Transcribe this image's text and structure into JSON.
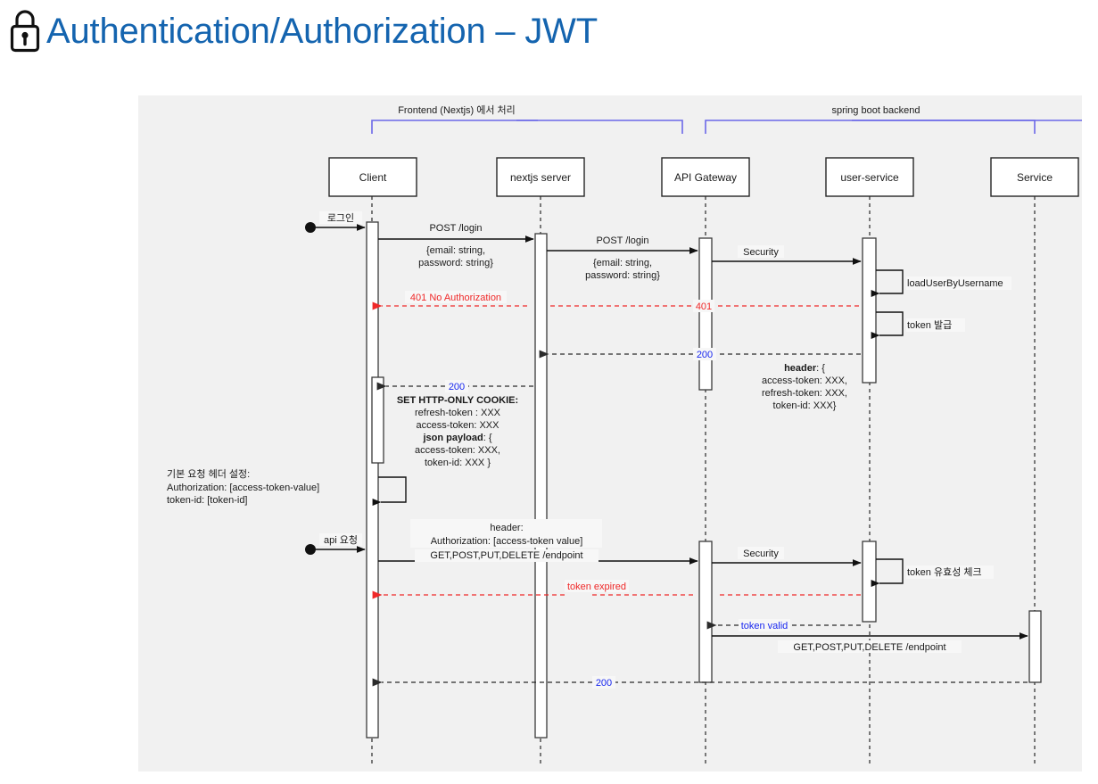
{
  "header": {
    "title": "Authentication/Authorization – JWT",
    "icon": "lock-icon",
    "title_color": "#1464af"
  },
  "diagram": {
    "type": "sequence-diagram",
    "background": "#f1f1f1",
    "groups": [
      {
        "label": "Frontend (Nextjs) 에서 처리",
        "color": "#6b68e8",
        "participants": [
          "Client",
          "nextjs server"
        ]
      },
      {
        "label": "spring boot backend",
        "color": "#6b68e8",
        "participants": [
          "API Gateway",
          "user-service",
          "Service"
        ]
      }
    ],
    "participants": [
      {
        "name": "Client"
      },
      {
        "name": "nextjs server"
      },
      {
        "name": "API Gateway"
      },
      {
        "name": "user-service"
      },
      {
        "name": "Service"
      }
    ],
    "messages": [
      {
        "id": "m1",
        "label": "로그인",
        "from": "actor",
        "to": "Client",
        "style": "solid",
        "color": "#1a1a1a"
      },
      {
        "id": "m2",
        "label": "POST /login",
        "sub": "{email: string,\npassword: string}",
        "from": "Client",
        "to": "nextjs server",
        "style": "solid",
        "color": "#1a1a1a"
      },
      {
        "id": "m3",
        "label": "POST /login",
        "sub": "{email: string,\npassword: string}",
        "from": "nextjs server",
        "to": "API Gateway",
        "style": "solid",
        "color": "#1a1a1a"
      },
      {
        "id": "m4",
        "label": "Security",
        "from": "API Gateway",
        "to": "user-service",
        "style": "solid",
        "color": "#1a1a1a"
      },
      {
        "id": "m5",
        "label": "loadUserByUsername",
        "from": "user-service",
        "to": "user-service",
        "style": "self",
        "color": "#1a1a1a"
      },
      {
        "id": "m6",
        "label": "401 No Authorization",
        "label2": "401",
        "from": "API Gateway",
        "to": "Client",
        "style": "dashed",
        "color": "#ef2929"
      },
      {
        "id": "m7",
        "label": "token 발급",
        "from": "user-service",
        "to": "user-service",
        "style": "self",
        "color": "#1a1a1a"
      },
      {
        "id": "m8",
        "label": "200",
        "sub": "header: {\naccess-token: XXX,\nrefresh-token: XXX,\ntoken-id: XXX}",
        "from": "user-service",
        "to": "nextjs server",
        "style": "dashed",
        "color": "#1726ef"
      },
      {
        "id": "m9",
        "label": "200",
        "sub": "SET HTTP-ONLY COOKIE:\nrefresh-token : XXX\naccess-token: XXX\njson payload: {\naccess-token: XXX,\ntoken-id: XXX }",
        "from": "nextjs server",
        "to": "Client",
        "style": "dashed",
        "color": "#1726ef"
      },
      {
        "id": "m10",
        "label": "기본 요청 헤더 설정:\nAuthorization:  [access-token-value]\ntoken-id: [token-id]",
        "from": "Client",
        "to": "Client",
        "style": "self-note",
        "color": "#1a1a1a"
      },
      {
        "id": "m11",
        "label": "api 요청",
        "from": "actor",
        "to": "Client",
        "style": "solid",
        "color": "#1a1a1a"
      },
      {
        "id": "m12",
        "label": "GET,POST,PUT,DELETE /endpoint",
        "sub": "header:\nAuthorization: [access-token value]",
        "from": "Client",
        "to": "API Gateway",
        "style": "solid",
        "color": "#1a1a1a"
      },
      {
        "id": "m13",
        "label": "Security",
        "from": "API Gateway",
        "to": "user-service",
        "style": "solid",
        "color": "#1a1a1a"
      },
      {
        "id": "m14",
        "label": "token 유효성 체크",
        "from": "user-service",
        "to": "user-service",
        "style": "self",
        "color": "#1a1a1a"
      },
      {
        "id": "m15",
        "label": "token expired",
        "from": "user-service",
        "to": "Client",
        "style": "dashed",
        "color": "#ef2929"
      },
      {
        "id": "m16",
        "label": "token valid",
        "from": "user-service",
        "to": "API Gateway",
        "style": "dashed",
        "color": "#1726ef"
      },
      {
        "id": "m17",
        "label": "GET,POST,PUT,DELETE /endpoint",
        "from": "API Gateway",
        "to": "Service",
        "style": "solid",
        "color": "#1a1a1a"
      },
      {
        "id": "m18",
        "label": "200",
        "from": "Service",
        "to": "Client",
        "style": "dashed",
        "color": "#1726ef"
      }
    ],
    "labels": {
      "group_frontend": "Frontend (Nextjs) 에서 처리",
      "group_backend": "spring boot backend",
      "p_client": "Client",
      "p_nextjs": "nextjs server",
      "p_gateway": "API Gateway",
      "p_user": "user-service",
      "p_service": "Service",
      "m_login": "로그인",
      "m_post_login": "POST /login",
      "m_body_l1": "{email: string,",
      "m_body_l2": "password: string}",
      "m_post_login2": "POST /login",
      "m_body2_l1": "{email: string,",
      "m_body2_l2": "password: string}",
      "m_security": "Security",
      "m_load_user": "loadUserByUsername",
      "m_401_full": "401 No Authorization",
      "m_401": "401",
      "m_token_issue": "token 발급",
      "m_200_a": "200",
      "m_header_h": "header",
      "m_header_colon": ": {",
      "m_header_l1": "access-token: XXX,",
      "m_header_l2": "refresh-token: XXX,",
      "m_header_l3": "token-id: XXX}",
      "m_200_b": "200",
      "m_cookie_title": "SET HTTP-ONLY COOKIE:",
      "m_cookie_l1": "refresh-token : XXX",
      "m_cookie_l2": "access-token: XXX",
      "m_json_payload": "json payload",
      "m_json_colon": ": {",
      "m_json_l1": "access-token: XXX,",
      "m_json_l2": "token-id: XXX }",
      "note_l1": "기본 요청 헤더 설정:",
      "note_l2": "Authorization:  [access-token-value]",
      "note_l3": "token-id: [token-id]",
      "m_api_req": "api 요청",
      "m_header2": "header:",
      "m_auth_hdr": "Authorization: [access-token value]",
      "m_endpoint": "GET,POST,PUT,DELETE /endpoint",
      "m_security2": "Security",
      "m_token_check": "token 유효성 체크",
      "m_token_expired": "token expired",
      "m_token_valid": "token valid",
      "m_endpoint2": "GET,POST,PUT,DELETE /endpoint",
      "m_200_c": "200"
    }
  }
}
